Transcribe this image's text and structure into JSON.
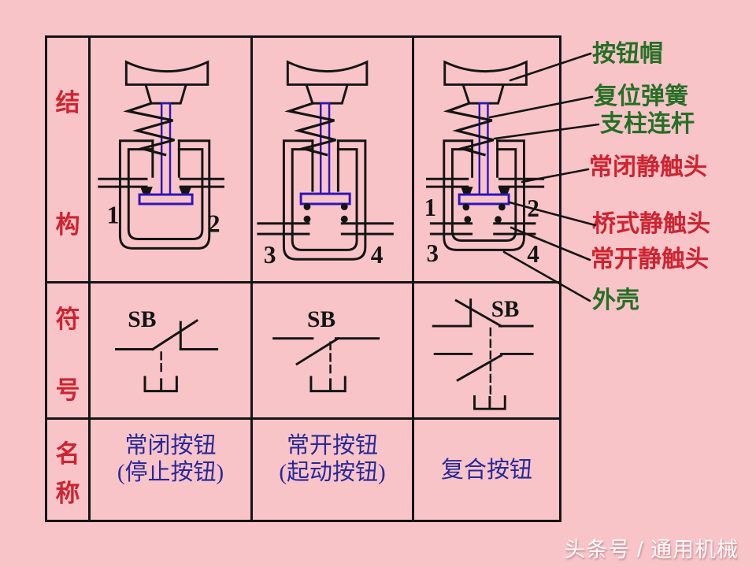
{
  "row_labels": [
    {
      "chars": [
        "结",
        "构"
      ]
    },
    {
      "chars": [
        "符",
        "号"
      ]
    },
    {
      "chars": [
        "名",
        "称"
      ]
    }
  ],
  "diagrams": {
    "d1": {
      "terminals": [
        "1",
        "2"
      ],
      "symbol_label": "SB"
    },
    "d2": {
      "terminals": [
        "3",
        "4"
      ],
      "symbol_label": "SB"
    },
    "d3": {
      "terminals": [
        "1",
        "2",
        "3",
        "4"
      ],
      "symbol_label": "SB"
    }
  },
  "names": [
    {
      "line1": "常闭按钮",
      "line2": "(停止按钮)"
    },
    {
      "line1": "常开按钮",
      "line2": "(起动按钮)"
    },
    {
      "line1": "复合按钮",
      "line2": ""
    }
  ],
  "annotations": [
    {
      "text": "按钮帽",
      "color": "#266f26"
    },
    {
      "text": "复位弹簧",
      "color": "#266f26"
    },
    {
      "text": "支柱连杆",
      "color": "#266f26"
    },
    {
      "text": "常闭静触头",
      "color": "#cf2330"
    },
    {
      "text": "桥式静触头",
      "color": "#cf2330"
    },
    {
      "text": "常开静触头",
      "color": "#cf2330"
    },
    {
      "text": "外壳",
      "color": "#266f26"
    }
  ],
  "watermark": {
    "text": "头条号 / 通用机械"
  },
  "colors": {
    "background": "#f8c4c8",
    "line_black": "#141414",
    "mechanism_blue": "#2d14bd",
    "name_blue": "#28289a",
    "label_red": "#cf2330",
    "label_green": "#266f26",
    "watermark_white": "#ffffff"
  }
}
